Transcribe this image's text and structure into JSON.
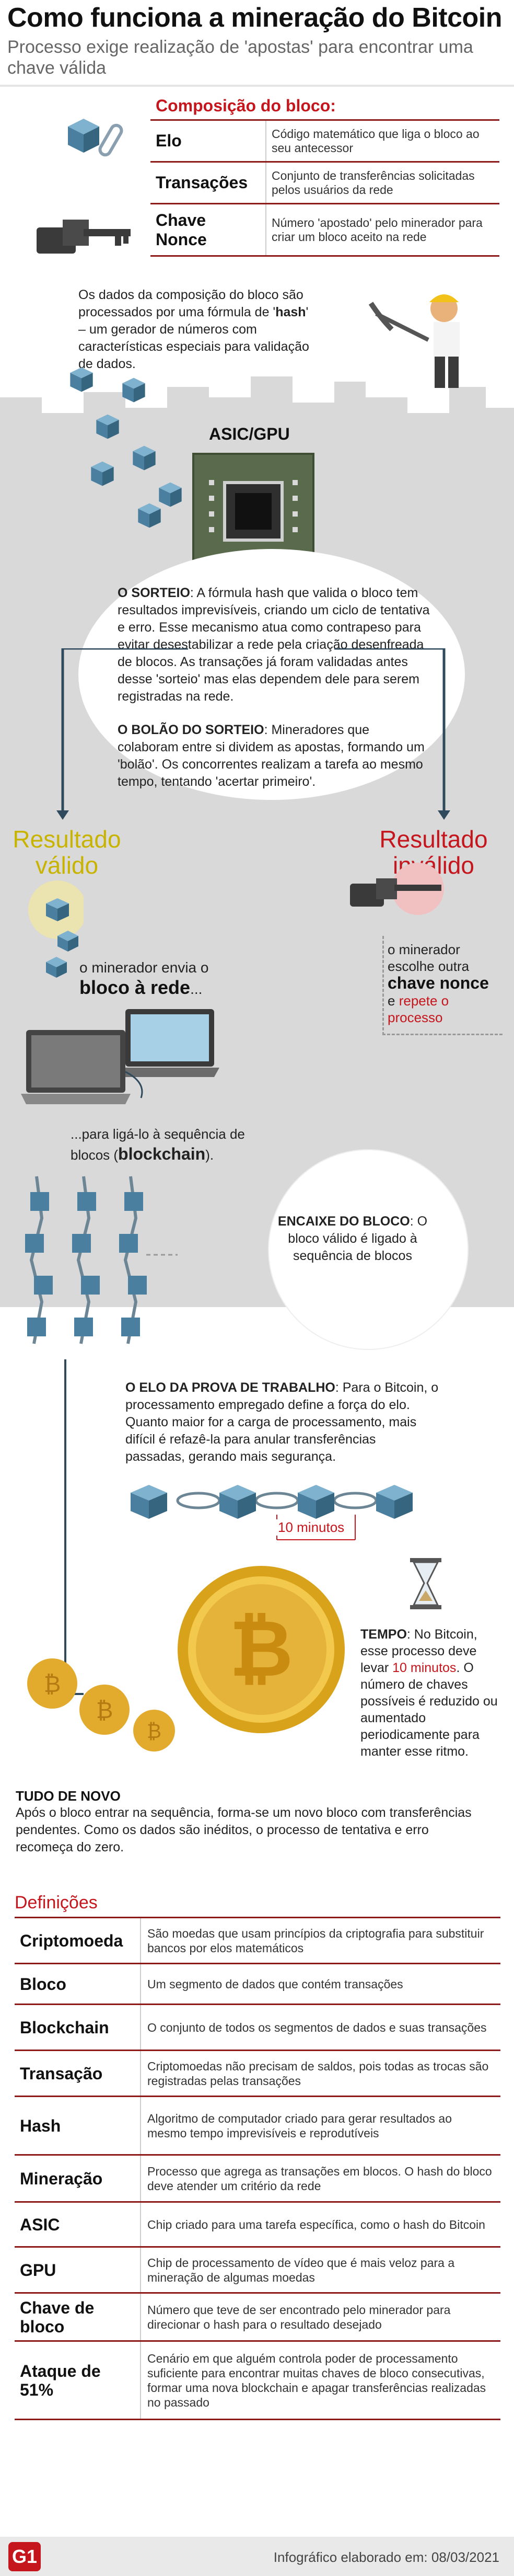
{
  "header": {
    "title": "Como funciona a mineração do Bitcoin",
    "subtitle": "Processo exige realização de 'apostas' para encontrar uma chave válida"
  },
  "composition": {
    "title": "Composição do bloco:",
    "rows": [
      {
        "term": "Elo",
        "desc": "Código matemático que liga o bloco ao seu antecessor"
      },
      {
        "term": "Transações",
        "desc": "Conjunto de transferências solicitadas pelos usuários da rede"
      },
      {
        "term": "Chave Nonce",
        "desc": "Número 'apostado' pelo minerador para criar um bloco aceito na rede"
      }
    ]
  },
  "hash_intro": {
    "before": "Os dados da composição do bloco são processados por uma fórmula de '",
    "bold": "hash",
    "after": "' – um gerador de números com características especiais para validação de dados."
  },
  "chip_label": "ASIC/GPU",
  "sorteio": {
    "bold": "O SORTEIO",
    "text": ": A fórmula hash que valida o bloco tem resultados imprevisíveis, criando um ciclo de tentativa e erro. Esse mecanismo atua como contrapeso para evitar desestabilizar a rede pela criação desenfreada de blocos. As transações já foram validadas antes desse 'sorteio' mas elas dependem dele para serem registradas na rede."
  },
  "bolao": {
    "bold": "O BOLÃO DO SORTEIO",
    "text": ": Mineradores que colaboram entre si dividem as apostas, formando um 'bolão'. Os concorrentes realizam a tarefa ao mesmo tempo, tentando 'acertar primeiro'."
  },
  "result_valid": "Resultado válido",
  "result_invalid": "Resultado inválido",
  "miner_sends": {
    "text": "o minerador envia o",
    "bold": "bloco à rede",
    "after": "..."
  },
  "miner_chooses": {
    "text": "o minerador escolhe outra",
    "bold": "chave nonce",
    "and": "e",
    "red": "repete o processo"
  },
  "link_chain": {
    "text": "...para ligá-lo à sequência de blocos (",
    "bold": "blockchain",
    "after": ")."
  },
  "encaixe": {
    "bold": "ENCAIXE DO BLOCO",
    "text": ": O bloco válido é ligado à sequência de blocos"
  },
  "proof": {
    "bold": "O ELO DA PROVA DE TRABALHO",
    "text": ": Para o Bitcoin, o processamento empregado define a força do elo. Quanto maior for a carga de processamento, mais difícil é refazê-la para anular transferências passadas, gerando mais segurança."
  },
  "ten_minutes": "10 minutos",
  "tempo": {
    "bold": "TEMPO",
    "text1": ": No Bitcoin, esse processo deve levar ",
    "red": "10 minutos",
    "text2": ". O número de chaves possíveis é reduzido ou aumentado periodicamente para manter esse ritmo."
  },
  "again": {
    "title": "TUDO DE NOVO",
    "text": "Após o bloco entrar na sequência, forma-se um novo bloco com transferências pendentes. Como os dados são inéditos, o processo de tentativa e erro recomeça do zero."
  },
  "definitions": {
    "title": "Definições",
    "rows": [
      {
        "term": "Criptomoeda",
        "desc": "São moedas que usam princípios da criptografia para substituir bancos por elos matemáticos"
      },
      {
        "term": "Bloco",
        "desc": "Um segmento de dados que contém transações"
      },
      {
        "term": "Blockchain",
        "desc": "O conjunto de todos os segmentos de dados e suas transações"
      },
      {
        "term": "Transação",
        "desc": "Criptomoedas não precisam de saldos, pois todas as trocas são registradas pelas transações"
      },
      {
        "term": "Hash",
        "desc": "Algoritmo de computador criado para gerar resultados ao mesmo tempo imprevisíveis e reprodutíveis"
      },
      {
        "term": "Mineração",
        "desc": "Processo que agrega as transações em blocos. O hash do bloco deve atender um critério da rede"
      },
      {
        "term": "ASIC",
        "desc": "Chip criado para uma tarefa específica, como o hash do Bitcoin"
      },
      {
        "term": "GPU",
        "desc": "Chip de processamento de vídeo que é mais veloz para a mineração de algumas moedas"
      },
      {
        "term": "Chave de bloco",
        "desc": "Número que teve de ser encontrado pelo minerador para direcionar o hash para o resultado desejado"
      },
      {
        "term": "Ataque de 51%",
        "desc": "Cenário em que alguém controla poder de processamento suficiente para encontrar muitas chaves de bloco consecutivas, formar uma nova blockchain e apagar transferências realizadas no passado"
      }
    ]
  },
  "footer": {
    "logo": "G1",
    "credit": "Infográfico elaborado em: 08/03/2021"
  },
  "colors": {
    "accent_red": "#c4161c",
    "valid_yellow": "#c8b400",
    "cube_blue": "#4a7fa0",
    "table_border": "#8c1a1a"
  }
}
